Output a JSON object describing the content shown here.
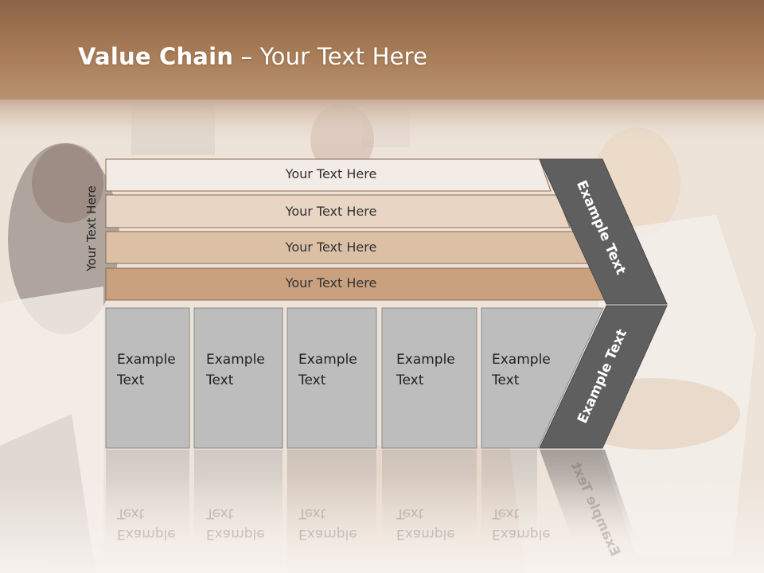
{
  "slide": {
    "title_bold": "Value Chain",
    "title_rest": " – Your Text Here",
    "vertical_label": "Your Text Here",
    "rows": [
      {
        "label": "Your Text Here",
        "color": "#f3ebe5"
      },
      {
        "label": "Your Text Here",
        "color": "#e8d5c4"
      },
      {
        "label": "Your Text Here",
        "color": "#dcc0a6"
      },
      {
        "label": "Your Text Here",
        "color": "#c9a17e"
      }
    ],
    "boxes": [
      {
        "line1": "Example",
        "line2": "Text"
      },
      {
        "line1": "Example",
        "line2": "Text"
      },
      {
        "line1": "Example",
        "line2": "Text"
      },
      {
        "line1": "Example",
        "line2": "Text"
      },
      {
        "line1": "Example",
        "line2": "Text"
      }
    ],
    "chevron_top_text": "Example Text",
    "chevron_bottom_text": "Example Text",
    "colors": {
      "header_brown": "#a67a55",
      "box_gray": "#bdbdbd",
      "chevron_dark": "#5f5f5f"
    }
  }
}
